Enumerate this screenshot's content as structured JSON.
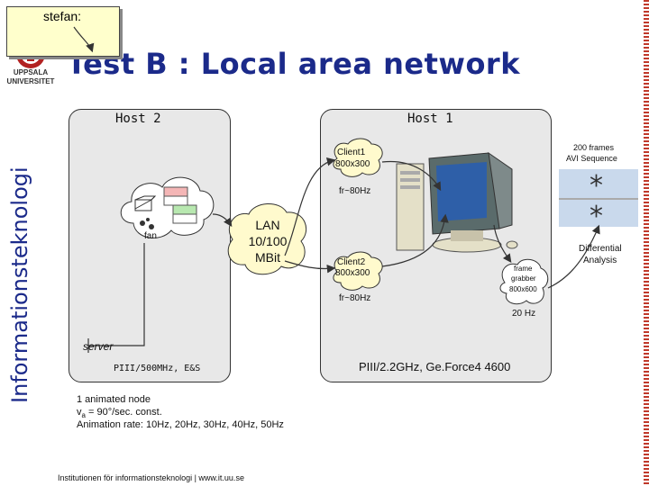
{
  "note": {
    "label": "stefan:"
  },
  "logo": {
    "line1": "UPPSALA",
    "line2": "UNIVERSITET"
  },
  "title": "Test B : Local area network",
  "sidebar": {
    "label": "Informationsteknologi"
  },
  "host2": {
    "label": "Host 2",
    "fan": "fan",
    "server": "server",
    "spec": "PIII/500MHz, E&S"
  },
  "host1": {
    "label": "Host 1",
    "spec": "PIII/2.2GHz, Ge.Force4 4600"
  },
  "lan": {
    "line1": "LAN",
    "line2": "10/100",
    "line3": "MBit"
  },
  "client1": {
    "line1": "Client1",
    "line2": "800x300"
  },
  "client2": {
    "line1": "Client2",
    "line2": "800x300"
  },
  "rates": {
    "top": "fr~80Hz",
    "bottom": "fr~80Hz",
    "hz20": "20 Hz"
  },
  "frames": {
    "line1": "200 frames",
    "line2": "AVI Sequence"
  },
  "grabber": {
    "line1": "frame",
    "line2": "grabber",
    "line3": "800x600"
  },
  "analysis": {
    "line1": "Differential",
    "line2": "Analysis"
  },
  "notes": {
    "line1": "1 animated node",
    "line2_prefix": "v",
    "line2_sub": "a",
    "line2_rest": " = 90°/sec. const.",
    "line3": "Animation rate: 10Hz, 20Hz, 30Hz, 40Hz, 50Hz"
  },
  "footer": "Institutionen för informationsteknologi | www.it.uu.se",
  "colors": {
    "brand": "#1b2a8a",
    "accent": "#c0392b",
    "note_bg": "#ffffcc",
    "host_bg": "#e8e8e8",
    "lan_bg": "#fffacd"
  }
}
